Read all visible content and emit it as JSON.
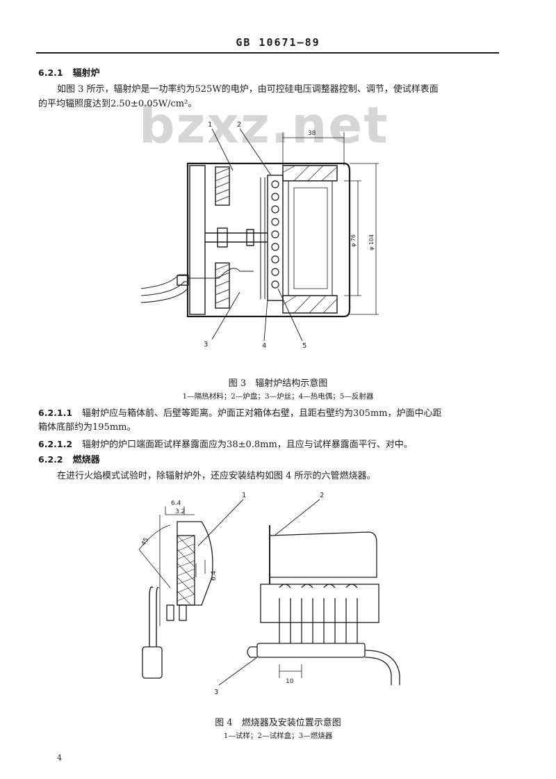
{
  "header": "GB 10671—89",
  "watermark": "bzxz.net",
  "sections": {
    "s621_num": "6.2.1",
    "s621_title": "辐射炉",
    "p1_line1": "如图 3 所示，辐射炉是一功率约为525W的电炉，由可控硅电压调整器控制、调节，使试样表面",
    "p1_line2": "的平均辐照度达到2.50±0.05W/cm²。",
    "s6211_num": "6.2.1.1",
    "s6211_line1": "辐射炉应与箱体前、后壁等距离。炉面正对箱体右壁，且距右壁约为305mm，炉面中心距",
    "s6211_line2": "箱体底部约为195mm。",
    "s6212_num": "6.2.1.2",
    "s6212_text": "辐射炉的炉口端面距试样暴露面应为38±0.8mm，且应与试样暴露面平行、对中。",
    "s622_num": "6.2.2",
    "s622_title": "燃烧器",
    "p2_text": "在进行火焰模式试验时，除辐射炉外，还应安装结构如图 4 所示的六管燃烧器。"
  },
  "figure3": {
    "caption": "图 3　辐射炉结构示意图",
    "legend": "1—隔热材料；2—炉盘；3—炉丝；4—热电偶；5—反射器",
    "labels": {
      "l1": "1",
      "l2": "2",
      "l3": "3",
      "l4": "4",
      "l5": "5"
    },
    "dims": {
      "d38": "38",
      "d76": "φ 76",
      "d104": "φ 104"
    }
  },
  "figure4": {
    "caption": "图 4　燃烧器及安装位置示意图",
    "legend": "1—试样；2—试样盒；3—燃烧器",
    "labels": {
      "l1": "1",
      "l2": "2",
      "l3": "3"
    },
    "dims": {
      "d64a": "6.4",
      "d32": "3.2",
      "d45": "45",
      "d64b": "6.4",
      "d10": "10"
    }
  },
  "page_number": "4"
}
